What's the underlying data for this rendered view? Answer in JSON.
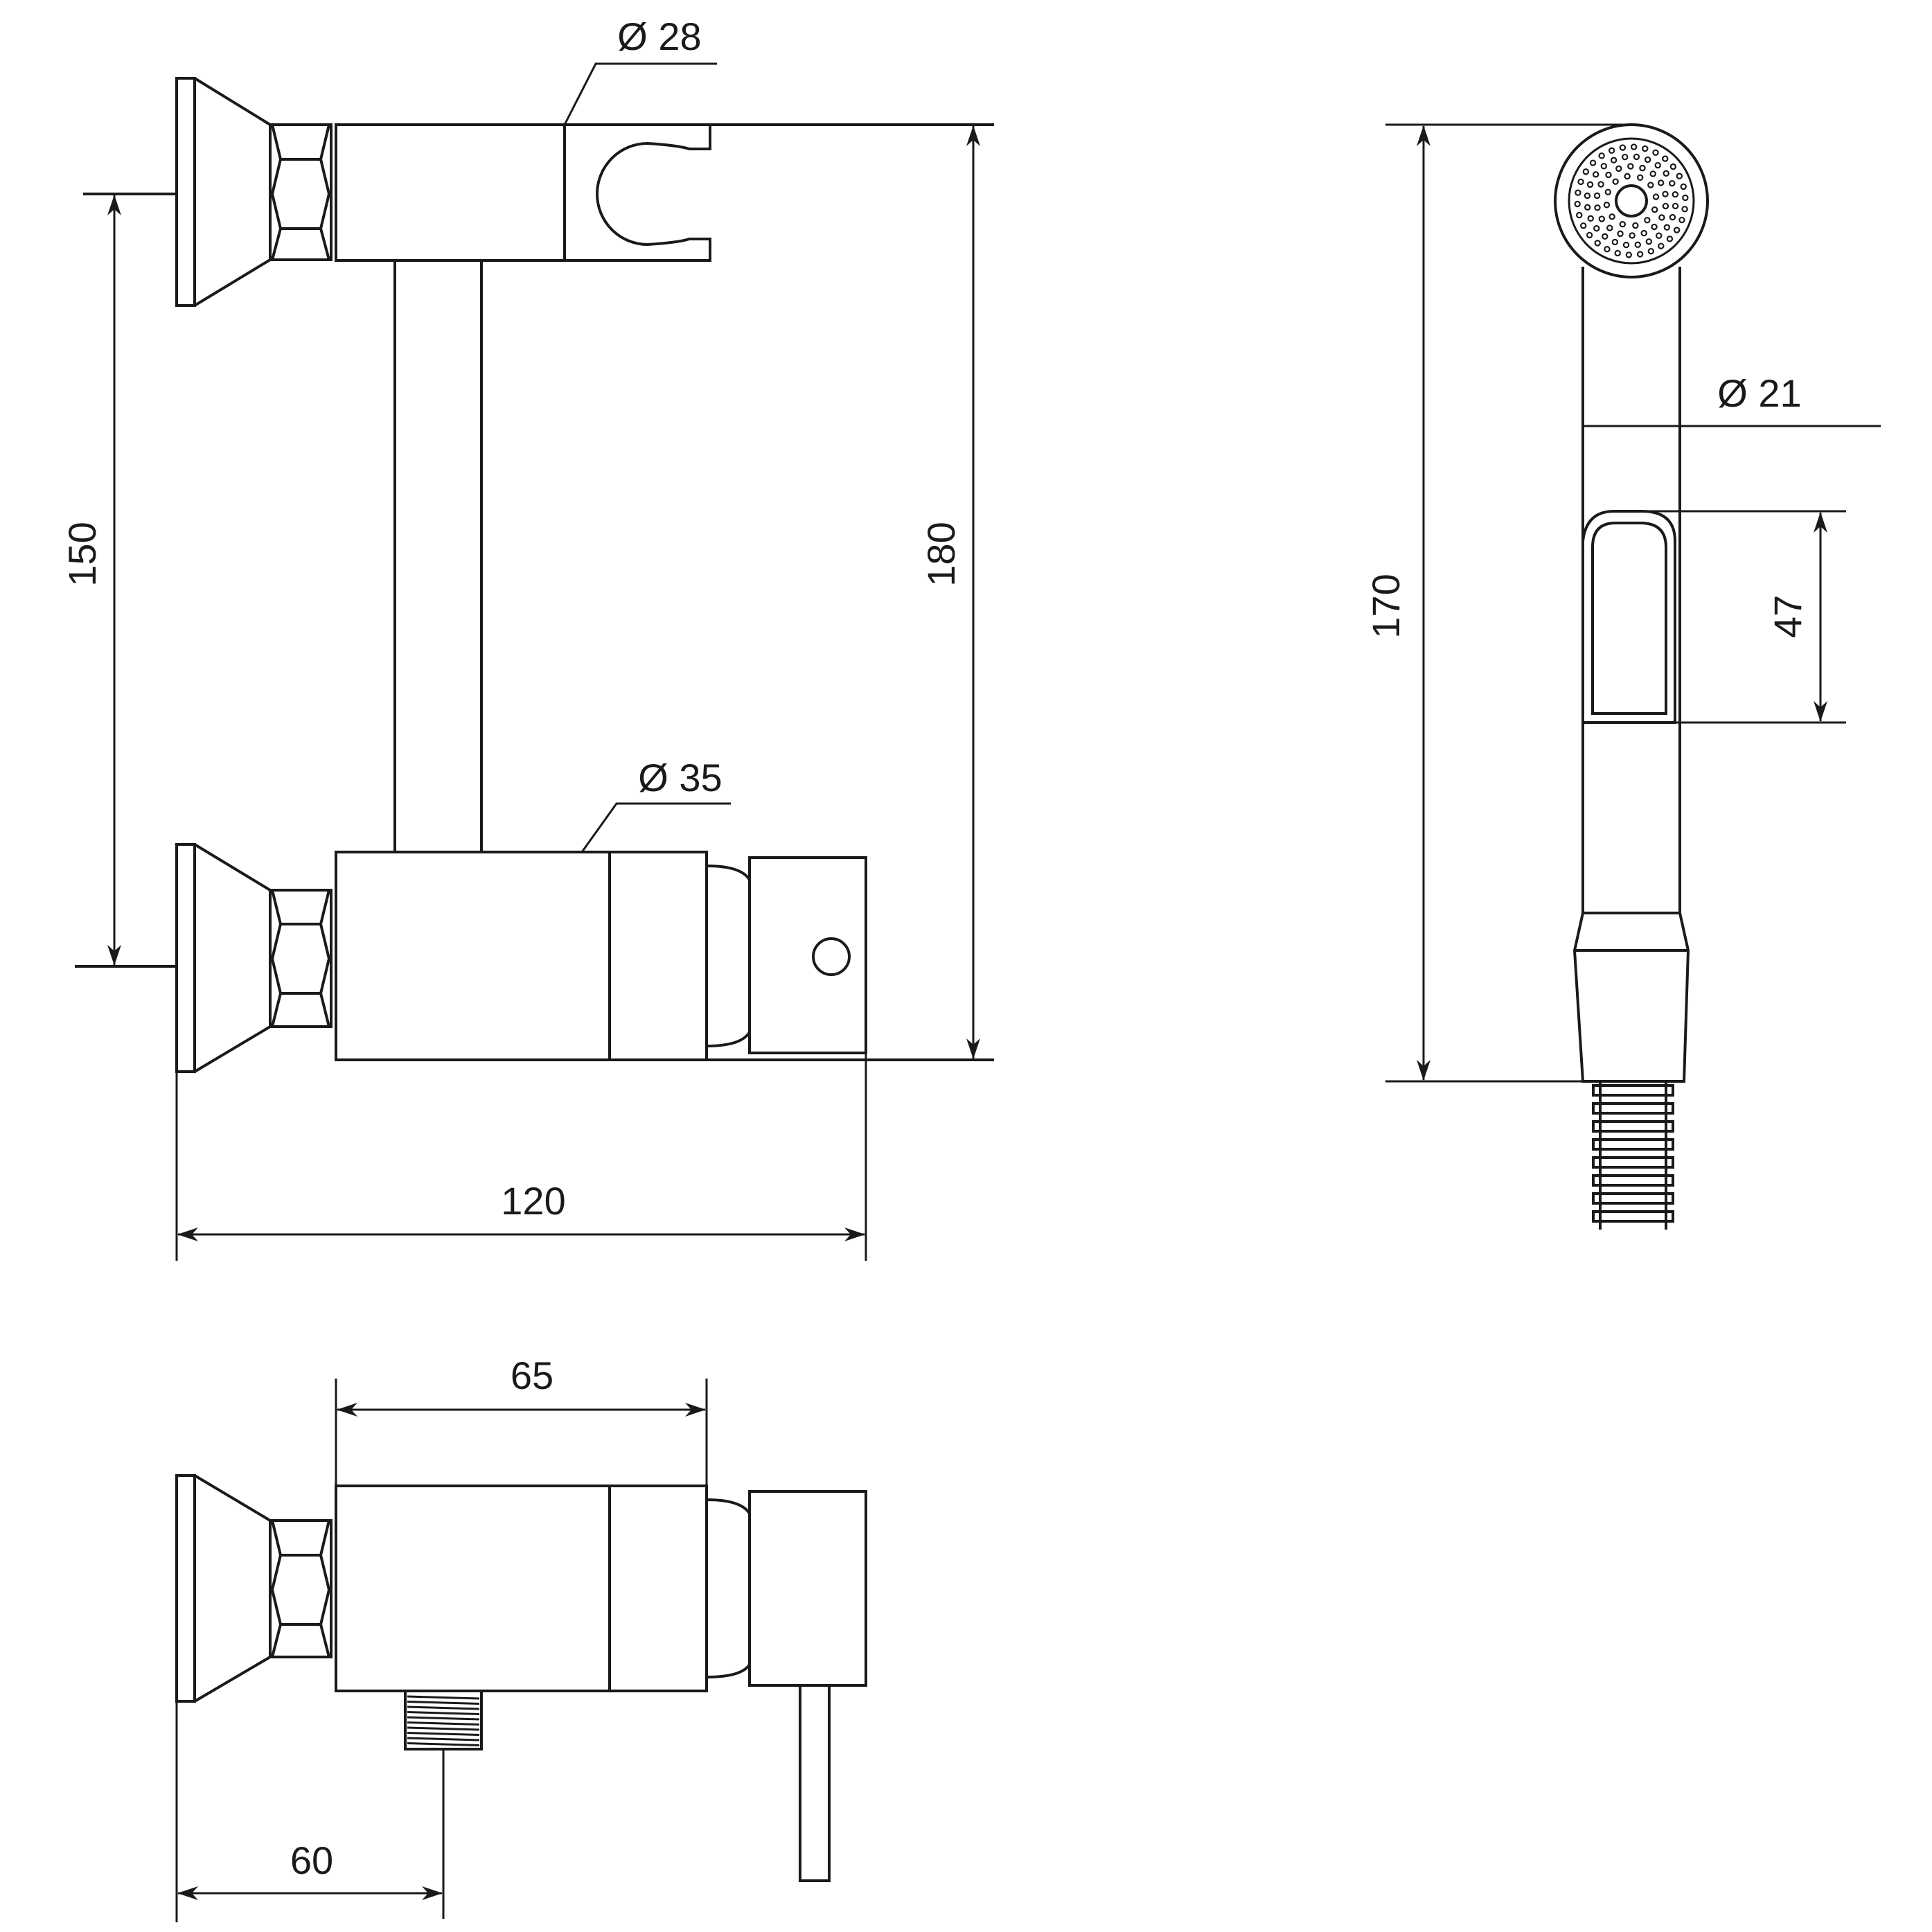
{
  "dimensions": {
    "holder_diameter": "Ø 28",
    "mixer_body_diameter": "Ø 35",
    "handle_diameter": "Ø 21",
    "mount_spacing": "150",
    "overall_height": "180",
    "overall_width": "120",
    "hand_shower_length": "170",
    "button_length": "47",
    "body_length": "65",
    "outlet_offset": "60"
  },
  "colors": {
    "line": "#1a1a1a",
    "background": "#ffffff"
  }
}
